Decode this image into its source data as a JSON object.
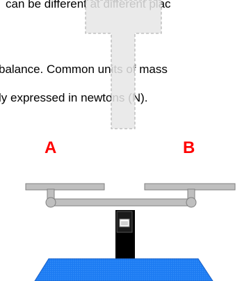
{
  "text": {
    "line1": "can be different at different plac",
    "line2": "balance. Common units of mass",
    "line3": "ly expressed in newtons (N)."
  },
  "balance": {
    "pan_a_label": "A",
    "pan_b_label": "B"
  },
  "colors": {
    "label": "#ff0000",
    "base": "#1f7ff5",
    "beam": "#bfbfbf",
    "post": "#000000",
    "drag_fill": "#e6e6e6",
    "drag_border": "#a6a6a6"
  }
}
